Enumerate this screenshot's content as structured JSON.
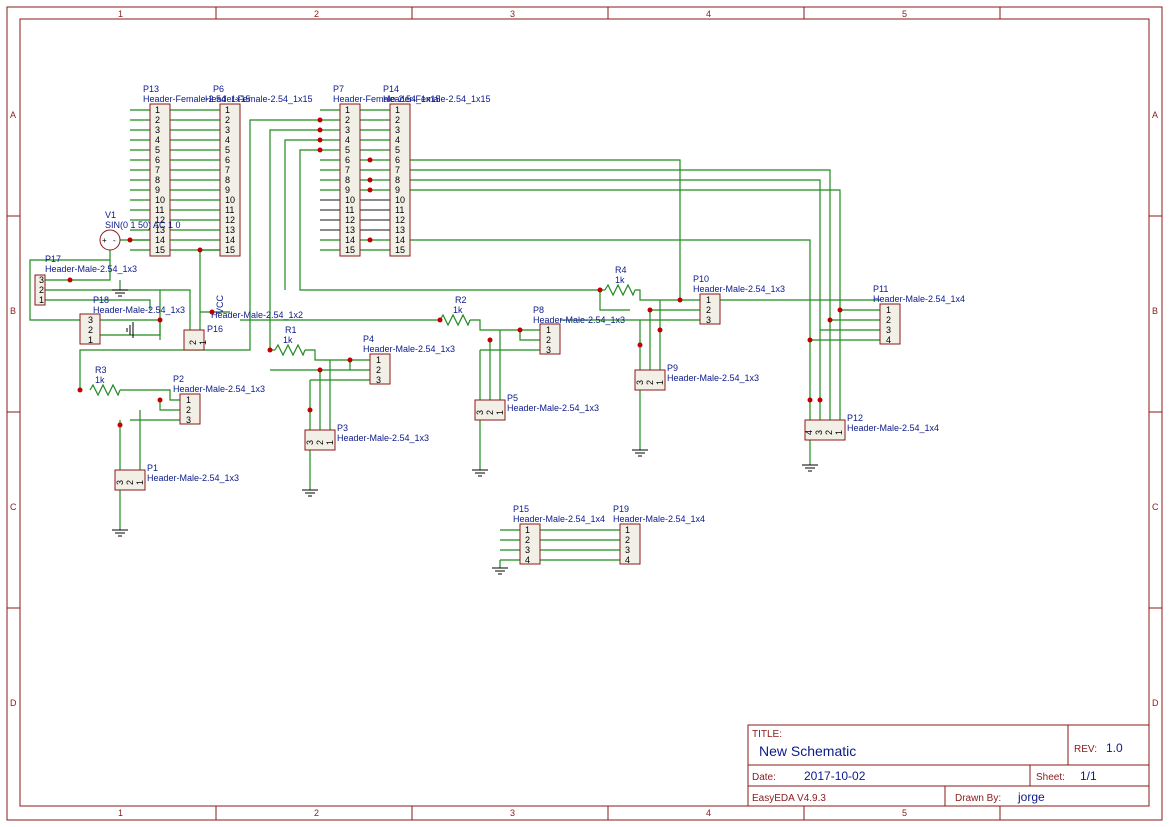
{
  "border": {
    "columns": [
      "1",
      "2",
      "3",
      "4",
      "5"
    ],
    "rows": [
      "A",
      "B",
      "C",
      "D"
    ]
  },
  "headers_15": [
    {
      "ref": "P13",
      "value": "Header-Female-2.54_1x15",
      "side": "left"
    },
    {
      "ref": "P6",
      "value": "Header-Female-2.54_1x15",
      "side": "left"
    },
    {
      "ref": "P7",
      "value": "Header-Female-2.54_1x15",
      "side": "left"
    },
    {
      "ref": "P14",
      "value": "Header-Female-2.54_1x15",
      "side": "left"
    }
  ],
  "pin_numbers_15": [
    "1",
    "2",
    "3",
    "4",
    "5",
    "6",
    "7",
    "8",
    "9",
    "10",
    "11",
    "12",
    "13",
    "14",
    "15"
  ],
  "parts": [
    {
      "ref": "P17",
      "value": "Header-Male-2.54_1x3",
      "pins": [
        "3",
        "2",
        "1"
      ]
    },
    {
      "ref": "P18",
      "value": "Header-Male-2.54_1x3",
      "pins": [
        "3",
        "2",
        "1"
      ]
    },
    {
      "ref": "P16",
      "value": "Header-Male-2.54_1x2",
      "pins": [
        "2",
        "1"
      ]
    },
    {
      "ref": "P2",
      "value": "Header-Male-2.54_1x3",
      "pins": [
        "1",
        "2",
        "3"
      ]
    },
    {
      "ref": "P1",
      "value": "Header-Male-2.54_1x3",
      "pins": [
        "3",
        "2",
        "1"
      ]
    },
    {
      "ref": "P4",
      "value": "Header-Male-2.54_1x3",
      "pins": [
        "1",
        "2",
        "3"
      ]
    },
    {
      "ref": "P3",
      "value": "Header-Male-2.54_1x3",
      "pins": [
        "3",
        "2",
        "1"
      ]
    },
    {
      "ref": "P8",
      "value": "Header-Male-2.54_1x3",
      "pins": [
        "1",
        "2",
        "3"
      ]
    },
    {
      "ref": "P5",
      "value": "Header-Male-2.54_1x3",
      "pins": [
        "3",
        "2",
        "1"
      ]
    },
    {
      "ref": "P10",
      "value": "Header-Male-2.54_1x3",
      "pins": [
        "1",
        "2",
        "3"
      ]
    },
    {
      "ref": "P9",
      "value": "Header-Male-2.54_1x3",
      "pins": [
        "3",
        "2",
        "1"
      ]
    },
    {
      "ref": "P11",
      "value": "Header-Male-2.54_1x4",
      "pins": [
        "1",
        "2",
        "3",
        "4"
      ]
    },
    {
      "ref": "P12",
      "value": "Header-Male-2.54_1x4",
      "pins": [
        "4",
        "3",
        "2",
        "1"
      ]
    },
    {
      "ref": "P15",
      "value": "Header-Male-2.54_1x4",
      "pins": [
        "1",
        "2",
        "3",
        "4"
      ]
    },
    {
      "ref": "P19",
      "value": "Header-Male-2.54_1x4",
      "pins": [
        "1",
        "2",
        "3",
        "4"
      ]
    }
  ],
  "resistors": [
    {
      "ref": "R1",
      "value": "1k"
    },
    {
      "ref": "R2",
      "value": "1k"
    },
    {
      "ref": "R3",
      "value": "1k"
    },
    {
      "ref": "R4",
      "value": "1k"
    }
  ],
  "source": {
    "ref": "V1",
    "value": "SIN(0 1 50) AC 1 0"
  },
  "net_label": "VCC",
  "title_block": {
    "title_label": "TITLE:",
    "title": "New Schematic",
    "rev_label": "REV:",
    "rev": "1.0",
    "date_label": "Date:",
    "date": "2017-10-02",
    "sheet_label": "Sheet:",
    "sheet": "1/1",
    "tool": "EasyEDA V4.9.3",
    "drawn_label": "Drawn By:",
    "drawn_by": "jorge"
  },
  "colors": {
    "frame": "#8b1a1a",
    "wire": "#1f8a1f",
    "junction": "#c00000",
    "label": "#0b1a8a",
    "part_body": "#f1efe6"
  }
}
